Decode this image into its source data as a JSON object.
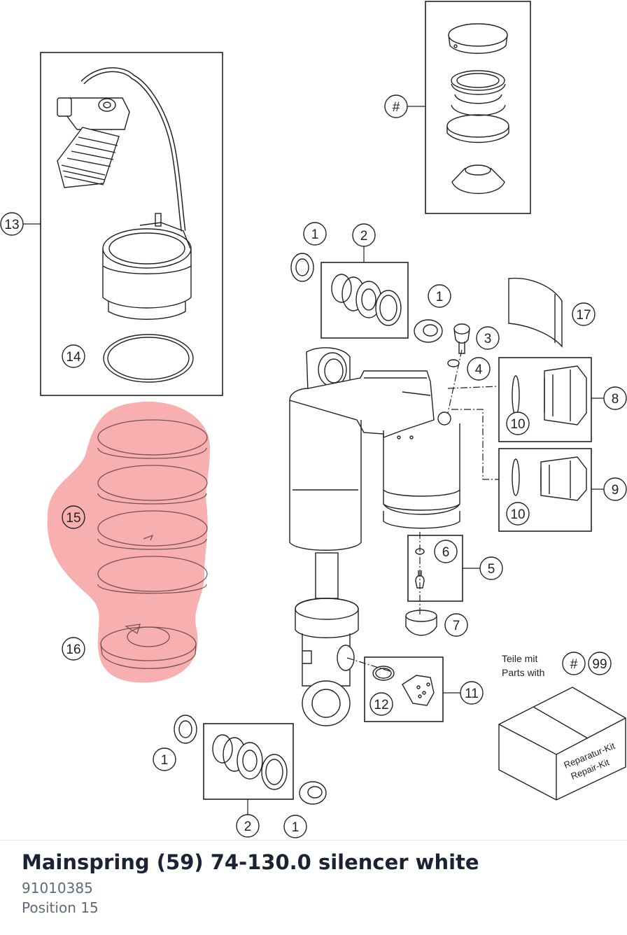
{
  "diagram": {
    "callouts": {
      "c1a": "1",
      "c1b": "1",
      "c1c": "1",
      "c1d": "1",
      "c2a": "2",
      "c2b": "2",
      "c3": "3",
      "c4": "4",
      "c5": "5",
      "c6": "6",
      "c7": "7",
      "c8": "8",
      "c9": "9",
      "c10a": "10",
      "c10b": "10",
      "c11": "11",
      "c12": "12",
      "c13": "13",
      "c14": "14",
      "c15": "15",
      "c16": "16",
      "c17": "17",
      "chash": "#"
    },
    "kit_note": {
      "line1": "Teile mit",
      "line2": "Parts with",
      "hash": "#",
      "num": "99"
    },
    "kit_box": {
      "label1": "Reparatur-Kit",
      "label2": "Repair-Kit"
    },
    "highlight_color": "#f26060"
  },
  "selected_part": {
    "title": "Mainspring (59) 74-130.0 silencer white",
    "number": "91010385",
    "position": "Position 15"
  }
}
